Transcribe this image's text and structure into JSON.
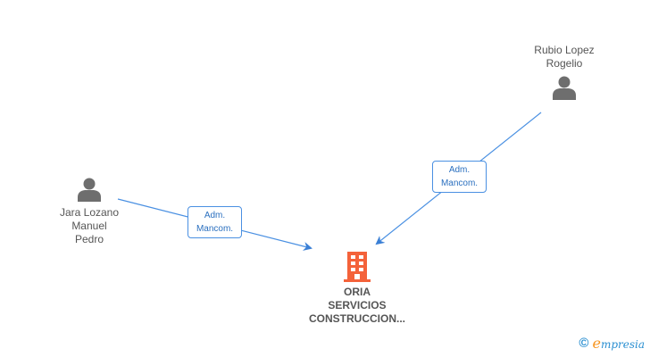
{
  "diagram": {
    "nodes": {
      "person_right": {
        "name_line1": "Rubio Lopez",
        "name_line2": "Rogelio",
        "icon": "person-icon"
      },
      "person_left": {
        "name_line1": "Jara Lozano",
        "name_line2": "Manuel",
        "name_line3": "Pedro",
        "icon": "person-icon"
      },
      "company": {
        "name_line1": "ORIA",
        "name_line2": "SERVICIOS",
        "name_line3": "CONSTRUCCION...",
        "icon": "building-icon",
        "color": "#f4623a"
      }
    },
    "edges": [
      {
        "from": "Jara Lozano Manuel Pedro",
        "to": "ORIA SERVICIOS CONSTRUCCION...",
        "label_line1": "Adm.",
        "label_line2": "Mancom."
      },
      {
        "from": "Rubio Lopez Rogelio",
        "to": "ORIA SERVICIOS CONSTRUCCION...",
        "label_line1": "Adm.",
        "label_line2": "Mancom."
      }
    ],
    "edge_color": "#4a90e2"
  },
  "footer": {
    "copyright_symbol": "©",
    "brand_first": "e",
    "brand_rest": "mpresia"
  }
}
